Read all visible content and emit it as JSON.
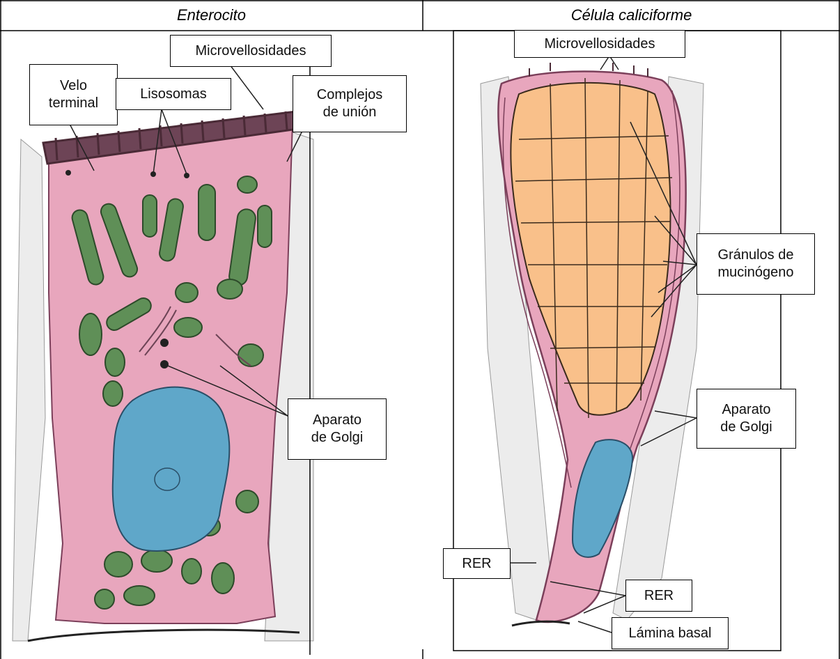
{
  "headers": {
    "left": "Enterocito",
    "right": "Célula caliciforme"
  },
  "left_labels": {
    "microvellosidades": "Microvellosidades",
    "velo_terminal": "Velo\nterminal",
    "lisosomas": "Lisosomas",
    "complejos_union": "Complejos\nde unión",
    "aparato_golgi": "Aparato\nde Golgi"
  },
  "right_labels": {
    "microvellosidades": "Microvellosidades",
    "granulos": "Gránulos de\nmucinógeno",
    "aparato_golgi": "Aparato\nde Golgi",
    "rer_left": "RER",
    "rer_right": "RER",
    "lamina_basal": "Lámina basal"
  },
  "colors": {
    "cytoplasm": "#e8a6bd",
    "mitochondria": "#5f8f57",
    "nucleus": "#5fa7c9",
    "granules": "#f9c08a",
    "membrane": "#7b3f5a"
  }
}
